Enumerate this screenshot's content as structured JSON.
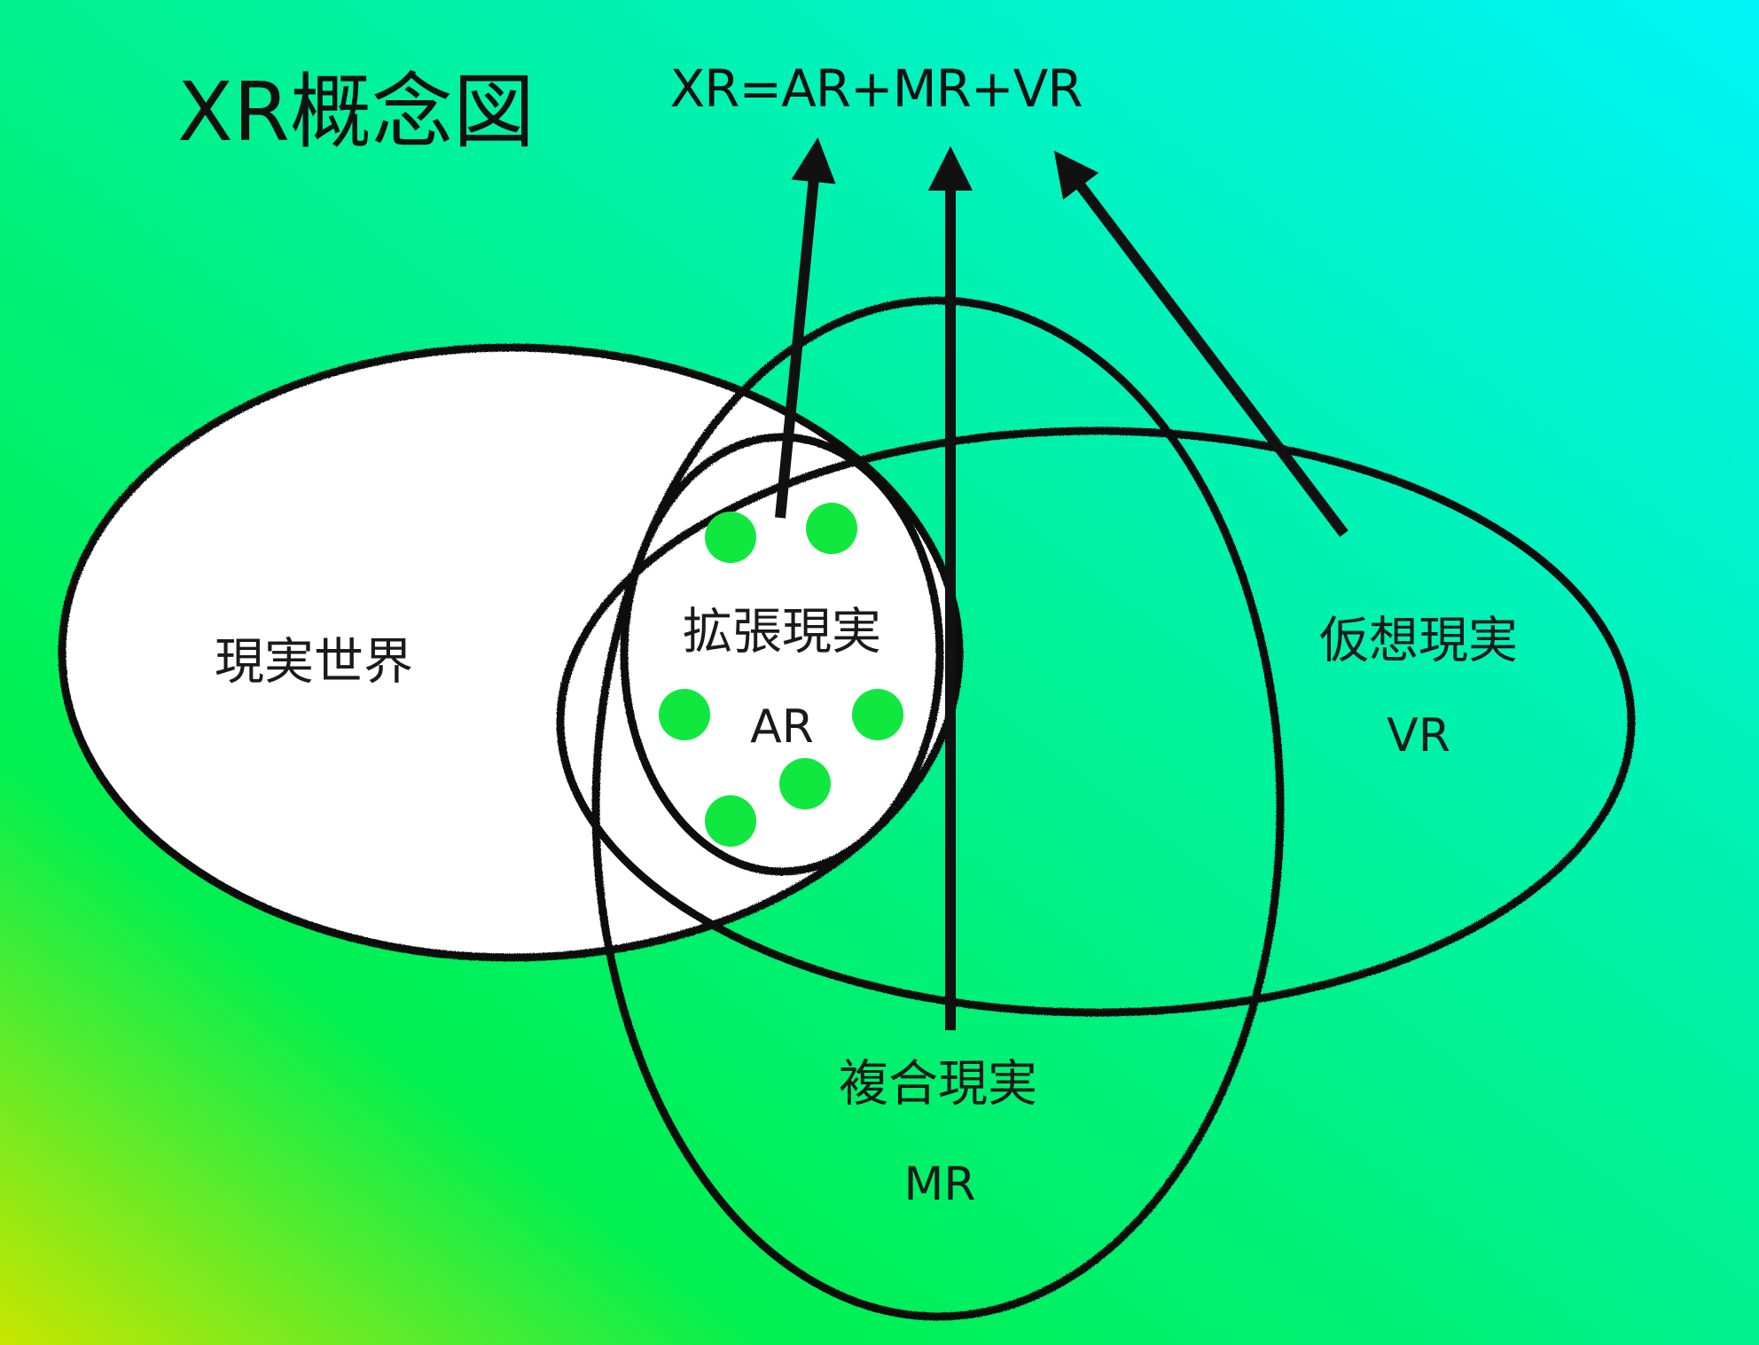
{
  "title": "XR概念図",
  "formula": "XR=AR+MR+VR",
  "sets": {
    "real": {
      "label": "現実世界"
    },
    "ar": {
      "label": "拡張現実",
      "abbr": "AR"
    },
    "vr": {
      "label": "仮想現実",
      "abbr": "VR"
    },
    "mr": {
      "label": "複合現実",
      "abbr": "MR"
    }
  },
  "colors": {
    "gradient_start": "#c8e600",
    "gradient_mid": "#00f050",
    "gradient_end": "#00f4f8",
    "outline": "#111111",
    "dot": "#10e840",
    "real_fill": "#ffffff"
  }
}
